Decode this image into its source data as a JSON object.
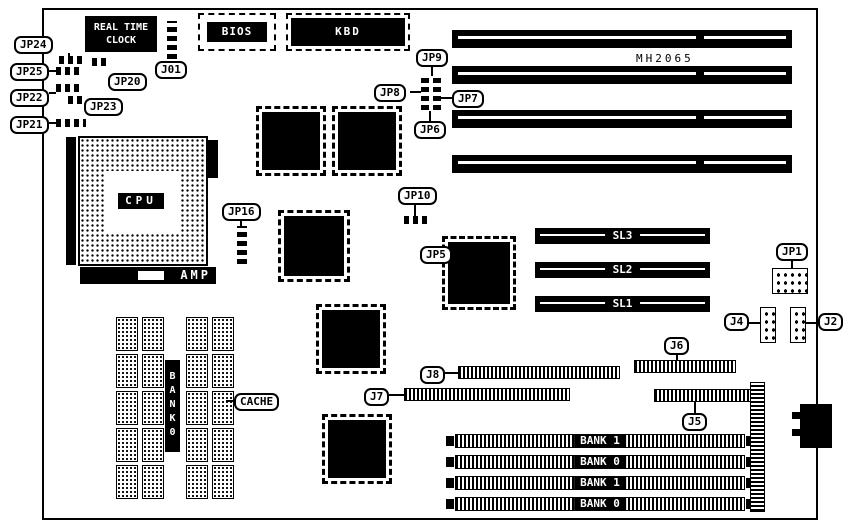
{
  "board": {
    "model": "MH2065"
  },
  "labels": {
    "rtc_line1": "REAL TIME",
    "rtc_line2": "CLOCK",
    "bios": "BIOS",
    "kbd": "KBD",
    "cpu": "CPU",
    "amp": "AMP",
    "cache": "CACHE",
    "cache_bank": "BANK0"
  },
  "refs": {
    "jp24": "JP24",
    "jp25": "JP25",
    "jp22": "JP22",
    "jp23": "JP23",
    "jp20": "JP20",
    "jp21": "JP21",
    "j01": "J01",
    "jp9": "JP9",
    "jp8": "JP8",
    "jp7": "JP7",
    "jp6": "JP6",
    "jp16": "JP16",
    "jp10": "JP10",
    "jp5": "JP5",
    "jp1": "JP1",
    "j4": "J4",
    "j2": "J2",
    "j8": "J8",
    "j7": "J7",
    "j6": "J6",
    "j5": "J5"
  },
  "slots": {
    "sl": [
      "SL3",
      "SL2",
      "SL1"
    ],
    "simm": [
      "BANK 1",
      "BANK 0",
      "BANK 1",
      "BANK 0"
    ]
  }
}
